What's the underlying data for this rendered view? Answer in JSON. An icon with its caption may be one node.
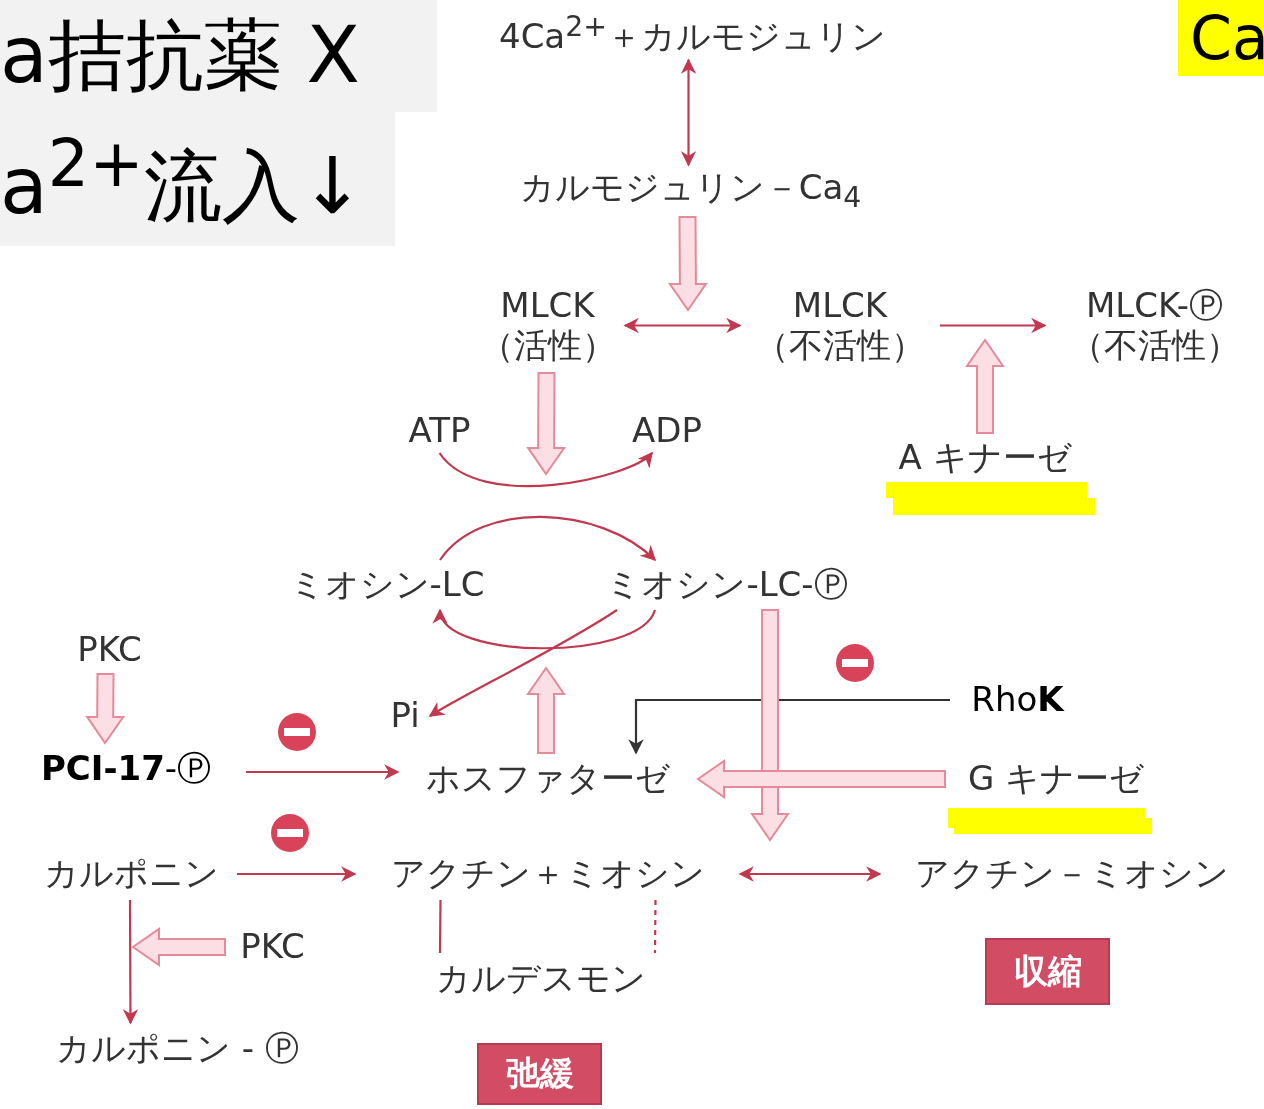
{
  "diagram": {
    "nodes": [
      {
        "text": [
          "a拮抗薬 X"
        ]
      },
      {
        "text": [
          "a$^{2+}$流入↓"
        ]
      },
      {
        "text": [
          "Ca"
        ]
      },
      {
        "text": [
          "4Ca$^{2+}$＋カルモジュリン"
        ]
      },
      {
        "text": [
          "カルモジュリン－Ca$_{4}$"
        ]
      },
      {
        "text": [
          "MLCK（活性）"
        ]
      },
      {
        "text": [
          "MLCK（不活性）"
        ]
      },
      {
        "text": [
          "MLCK-Ⓟ（不活性）"
        ]
      },
      {
        "text": [
          "ATP"
        ]
      },
      {
        "text": [
          "ADP"
        ]
      },
      {
        "text": [
          "A キナーゼ"
        ]
      },
      {
        "text": [
          "ミオシン-LC"
        ]
      },
      {
        "text": [
          "ミオシン-LC-Ⓟ"
        ]
      },
      {
        "text": [
          "PKC"
        ]
      },
      {
        "text": [
          "**PCI-17**-Ⓟ"
        ]
      },
      {
        "text": [
          "Pi"
        ]
      },
      {
        "text": [
          "ホスファターゼ"
        ]
      },
      {
        "text": [
          "Rho**K**"
        ]
      },
      {
        "text": [
          "G キナーゼ"
        ]
      },
      {
        "text": [
          "カルポニン"
        ]
      },
      {
        "text": [
          "アクチン＋ミオシン"
        ]
      },
      {
        "text": [
          "アクチン－ミオシン"
        ]
      },
      {
        "text": [
          "PKC"
        ]
      },
      {
        "text": [
          "カルデスモン"
        ]
      },
      {
        "text": [
          "カルポニン - Ⓟ"
        ]
      },
      {
        "text": [
          "弛緩"
        ]
      },
      {
        "text": [
          "収縮"
        ]
      }
    ],
    "edges": [
      {
        "from": 3,
        "to": 4,
        "arrow": "both"
      },
      {
        "from": 4,
        "to": null,
        "arrow": "to",
        "style": "thick"
      },
      {
        "from": 5,
        "to": 6,
        "arrow": "both"
      },
      {
        "from": 6,
        "to": 7,
        "arrow": "to"
      },
      {
        "from": 10,
        "to": null,
        "arrow": "to",
        "style": "thick"
      },
      {
        "from": 5,
        "to": null,
        "arrow": "to",
        "style": "thick"
      },
      {
        "from": 8,
        "to": 9,
        "arrow": "to"
      },
      {
        "from": 11,
        "to": 12,
        "arrow": "to"
      },
      {
        "from": 12,
        "to": 11,
        "arrow": "to"
      },
      {
        "from": 12,
        "to": 15,
        "arrow": "to"
      },
      {
        "from": 16,
        "to": null,
        "arrow": "to",
        "style": "thick"
      },
      {
        "from": 12,
        "to": null,
        "arrow": "to",
        "style": "thick"
      },
      {
        "from": 17,
        "to": 16,
        "arrow": "to",
        "color": "#333333"
      },
      {
        "from": 18,
        "to": 16,
        "arrow": "to",
        "style": "thick"
      },
      {
        "from": 13,
        "to": 14,
        "arrow": "to",
        "style": "thick"
      },
      {
        "from": 14,
        "to": 16,
        "arrow": "to"
      },
      {
        "from": 19,
        "to": 20,
        "arrow": "to"
      },
      {
        "from": 19,
        "to": 24,
        "arrow": "to"
      },
      {
        "from": 22,
        "to": null,
        "arrow": "to",
        "style": "thick"
      },
      {
        "from": 20,
        "to": 21,
        "arrow": "both"
      },
      {
        "from": 20,
        "to": 23,
        "arrow": "none"
      },
      {
        "from": 20,
        "to": 23,
        "arrow": "none",
        "style": "dashed"
      }
    ]
  }
}
